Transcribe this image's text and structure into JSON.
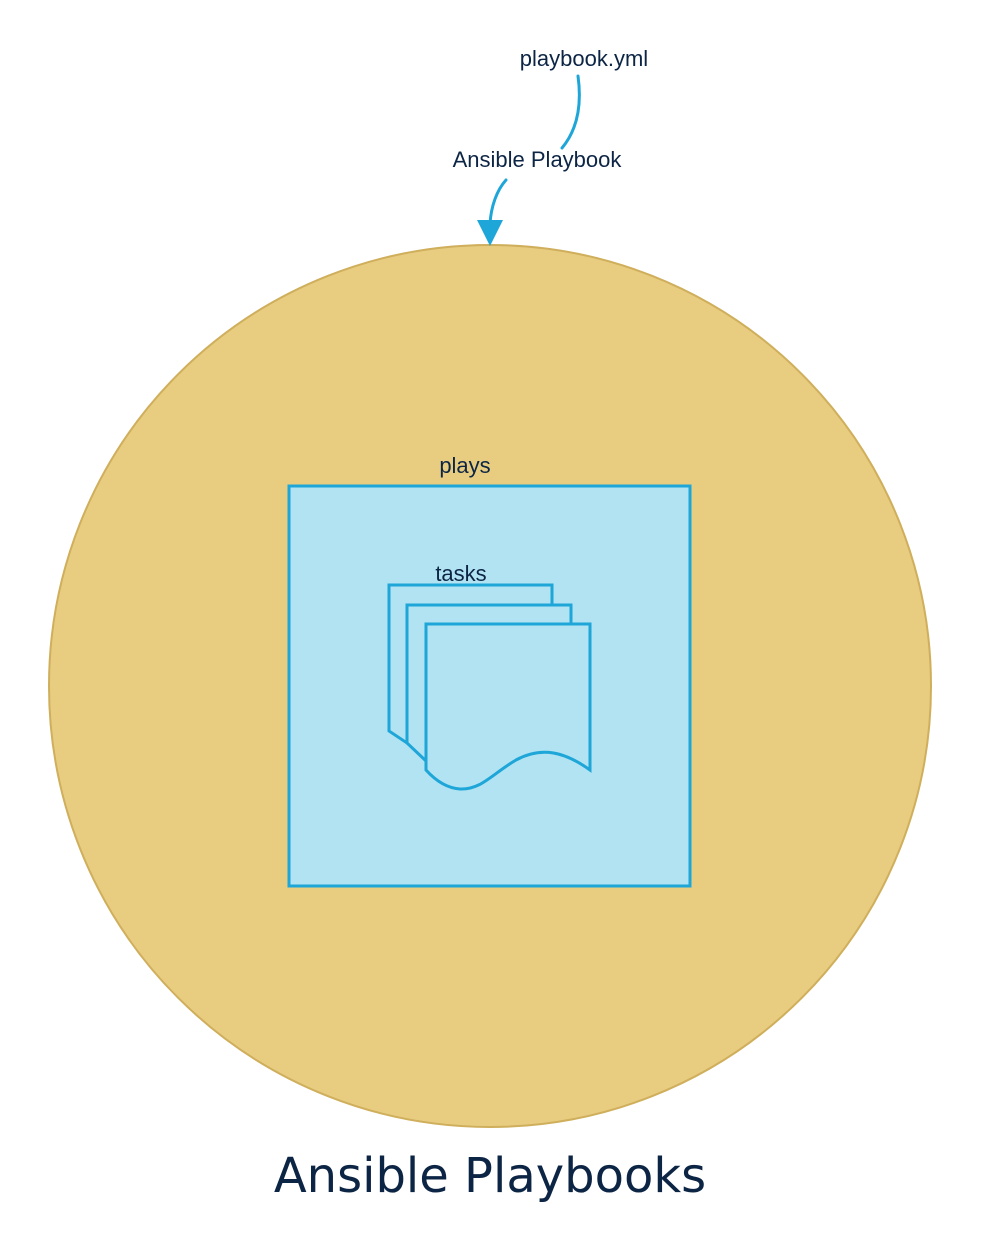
{
  "diagram": {
    "file_label": "playbook.yml",
    "pointer_label": "Ansible Playbook",
    "plays_label": "plays",
    "tasks_label": "tasks",
    "caption": "Ansible Playbooks"
  },
  "colors": {
    "circle_fill": "#e8cd80",
    "circle_stroke": "#cfae5c",
    "box_fill": "#b1e3f2",
    "box_stroke": "#1ea6d8",
    "arrow": "#1ea6d8",
    "text": "#0d2545"
  },
  "icons": {
    "tasks": "stacked-documents-icon",
    "pointer": "curved-arrow-icon"
  }
}
